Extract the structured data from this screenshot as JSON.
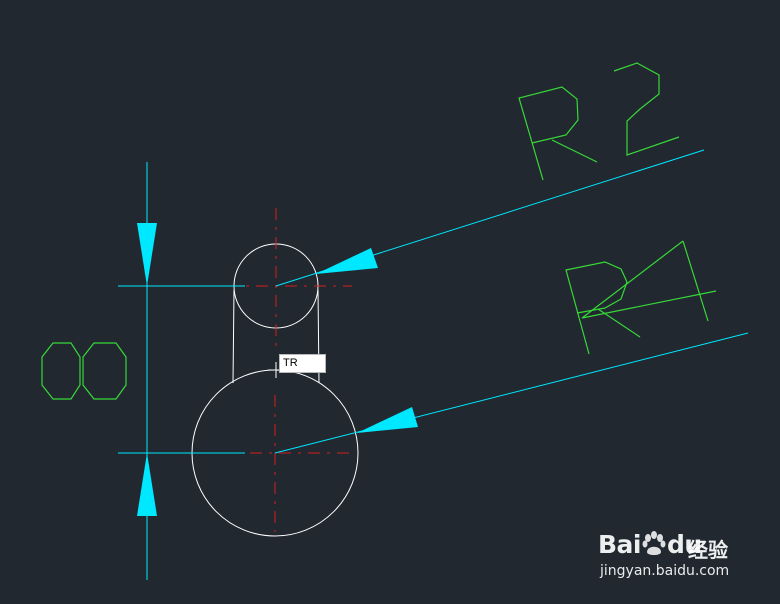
{
  "drawing": {
    "background_color": "#212830",
    "colors": {
      "geometry": "#ffffff",
      "centerline": "#d42020",
      "dimension": "#00e8ff",
      "text": "#38d838"
    },
    "dimension_text": "8",
    "label_r2": "R2",
    "label_r4": "R4"
  },
  "tooltip": {
    "text": "TR"
  },
  "watermark": {
    "brand_left": "Bai",
    "paw_icon": "paw-icon",
    "brand_right": "du",
    "cn_label": "经验",
    "url": "jingyan.baidu.com"
  }
}
